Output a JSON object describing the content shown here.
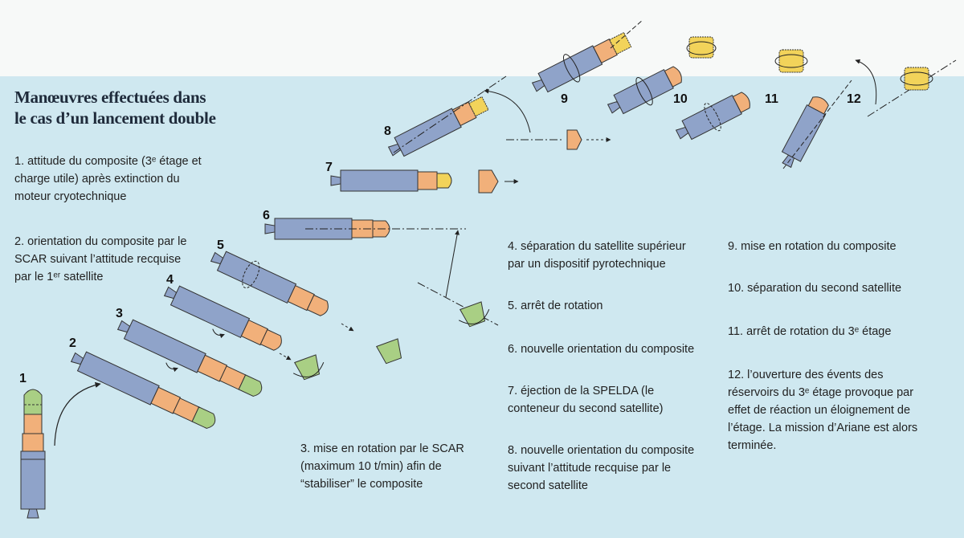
{
  "title": {
    "line1": "Manœuvres effectuées dans",
    "line2": "le cas d’un lancement double"
  },
  "steps": [
    {
      "n": "1",
      "label": "1",
      "text": "1. attitude du composite (3ᵉ étage et charge utile) après extinction du moteur cryotechnique"
    },
    {
      "n": "2",
      "label": "2",
      "text": "2. orientation du composite par le SCAR suivant l’attitude recquise par le 1ᵉʳ satellite"
    },
    {
      "n": "3",
      "label": "3",
      "text": "3. mise en rotation par le SCAR (maximum 10 t/min) afin de “stabiliser” le composite"
    },
    {
      "n": "4",
      "label": "4",
      "text": "4. séparation du satellite supérieur par un dispositif pyrotechnique"
    },
    {
      "n": "5",
      "label": "5",
      "text": "5. arrêt de rotation"
    },
    {
      "n": "6",
      "label": "6",
      "text": "6. nouvelle orientation du composite"
    },
    {
      "n": "7",
      "label": "7",
      "text": "7. éjection de la SPELDA (le conteneur du second satellite)"
    },
    {
      "n": "8",
      "label": "8",
      "text": "8. nouvelle orientation du composite suivant l’attitude recquise par le second satellite"
    },
    {
      "n": "9",
      "label": "9",
      "text": "9. mise en rotation du composite"
    },
    {
      "n": "10",
      "label": "10",
      "text": "10. séparation du second satellite"
    },
    {
      "n": "11",
      "label": "11",
      "text": "11. arrêt de rotation du 3ᵉ étage"
    },
    {
      "n": "12",
      "label": "12",
      "text": "12. l’ouverture des évents des réservoirs du 3ᵉ étage provoque par effet de réaction un éloignement de l’étage. La mission d’Ariane est alors terminée."
    }
  ],
  "colors": {
    "sky": "#cfe8f0",
    "top_band": "#f7f9f8",
    "stage_blue": "#8fa3c9",
    "satellite_orange": "#f1b07a",
    "satellite_green": "#a9cf84",
    "satellite_yellow": "#f2d35a"
  }
}
